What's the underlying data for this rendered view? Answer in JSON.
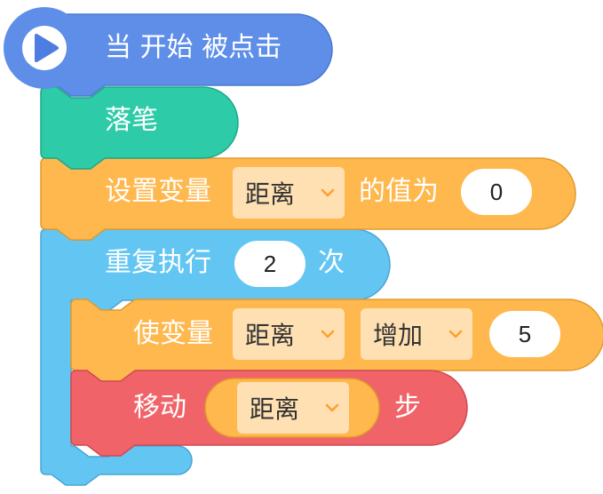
{
  "colors": {
    "events": "#5e8ee8",
    "pen": "#2ecba8",
    "variables": "#ffb84d",
    "control": "#63c6f2",
    "motion": "#f06469",
    "dropdown_fill": "#ffe0b2",
    "play_icon": "#4d7de0"
  },
  "hat_block": {
    "label": "当 开始 被点击",
    "icon": "play-icon"
  },
  "pen_down_block": {
    "label": "落笔"
  },
  "set_variable_block": {
    "prefix": "设置变量",
    "variable": "距离",
    "middle": "的值为",
    "value": "0"
  },
  "repeat_block": {
    "prefix": "重复执行",
    "times": "2",
    "suffix": "次"
  },
  "change_variable_block": {
    "prefix": "使变量",
    "variable": "距离",
    "operation": "增加",
    "value": "5"
  },
  "move_block": {
    "prefix": "移动",
    "variable": "距离",
    "suffix": "步"
  }
}
